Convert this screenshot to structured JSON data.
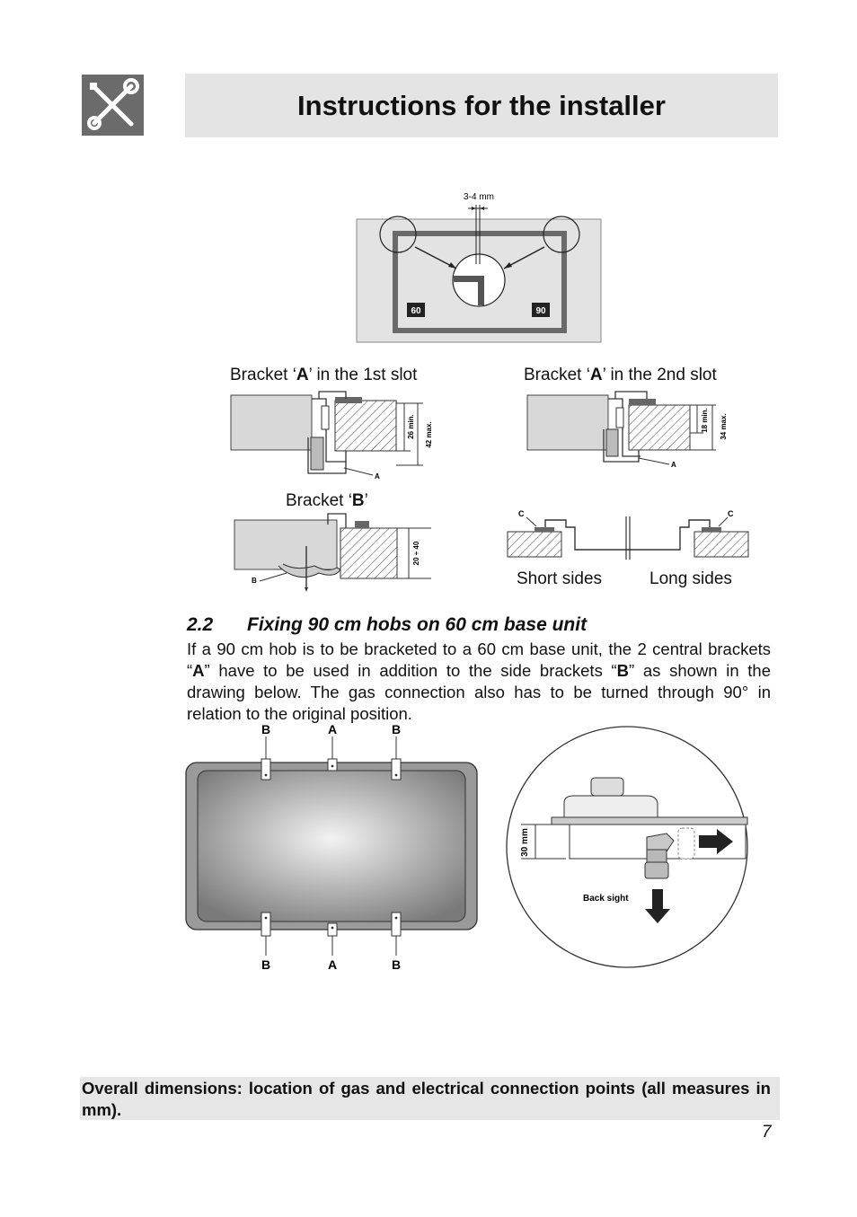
{
  "header": {
    "title": "Instructions for the installer",
    "icon": "wrench-screwdriver-icon"
  },
  "top_diagram": {
    "gap_label": "3-4 mm",
    "badge_left": "60",
    "badge_right": "90"
  },
  "bracket_diagrams": {
    "slot1_pre": "Bracket ‘",
    "slot1_bold": "A",
    "slot1_post": "’ in the 1st slot",
    "slot1_dim_min": "26 min.",
    "slot1_dim_max": "42 max.",
    "slot1_marker": "A",
    "slot2_pre": "Bracket ‘",
    "slot2_bold": "A",
    "slot2_post": "’ in the 2nd slot",
    "slot2_dim_min": "18 min.",
    "slot2_dim_max": "34 max.",
    "slot2_marker": "A",
    "bracket_b_pre": "Bracket ‘",
    "bracket_b_bold": "B",
    "bracket_b_post": "’",
    "bracket_b_dim": "20 ÷ 40",
    "bracket_b_marker": "B",
    "c_left": "C",
    "c_right": "C",
    "short_sides": "Short sides",
    "long_sides": "Long sides"
  },
  "section": {
    "number": "2.2",
    "title": "Fixing 90 cm hobs on 60 cm base unit",
    "p1": "If a 90 cm hob is to be bracketed to a 60 cm base unit, the 2 central brackets “",
    "p1_bold": "A",
    "p2": "” have to be used in addition to the side brackets “",
    "p2_bold": "B",
    "p3": "” as shown in the drawing below.  The gas connection also has to be turned through 90° in relation to the original position."
  },
  "hob_diagram": {
    "top_labels": [
      "B",
      "A",
      "B"
    ],
    "bottom_labels": [
      "B",
      "A",
      "B"
    ]
  },
  "gas_diagram": {
    "dimension": "30 mm",
    "back_sight": "Back sight"
  },
  "footer": {
    "text": "Overall dimensions: location of gas and electrical connection points (all measures in mm).",
    "page_number": "7"
  }
}
